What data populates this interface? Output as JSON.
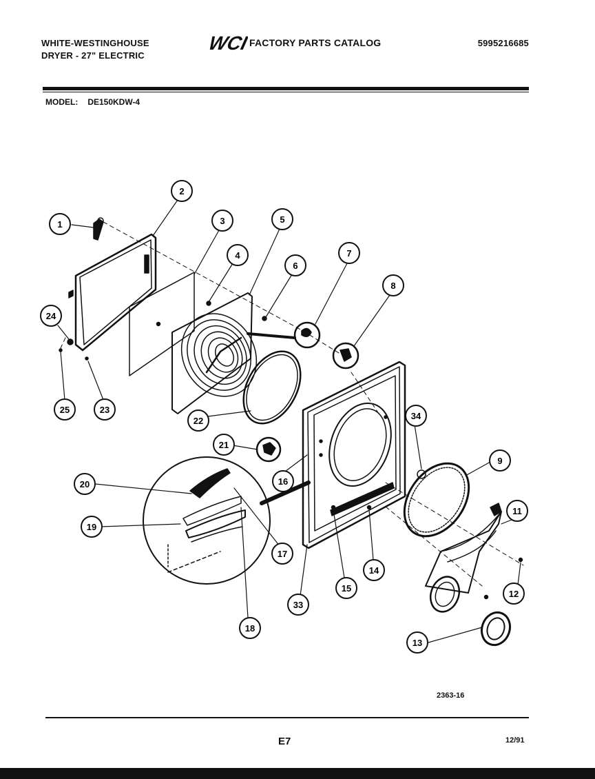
{
  "header": {
    "brand_line1": "WHITE-WESTINGHOUSE",
    "brand_line2": "DRYER - 27\" ELECTRIC",
    "logo_text": "WCI",
    "title": "FACTORY PARTS CATALOG",
    "catalog_number": "5995216685"
  },
  "model": {
    "label": "MODEL:",
    "value": "DE150KDW-4"
  },
  "callouts": [
    "1",
    "2",
    "3",
    "4",
    "5",
    "6",
    "7",
    "8",
    "9",
    "11",
    "12",
    "13",
    "14",
    "15",
    "16",
    "17",
    "18",
    "19",
    "20",
    "21",
    "22",
    "23",
    "24",
    "25",
    "33",
    "34"
  ],
  "footer": {
    "figure_code": "2363-16",
    "page_code": "E7",
    "date_code": "12/91"
  },
  "colors": {
    "ink": "#111111",
    "paper": "#ffffff"
  }
}
